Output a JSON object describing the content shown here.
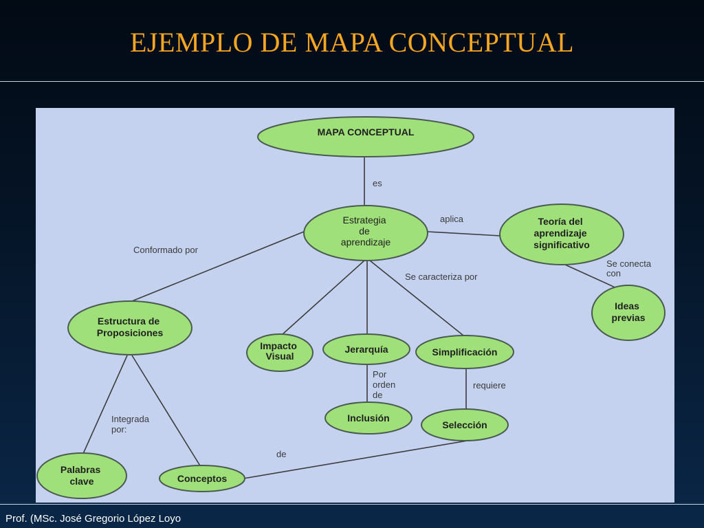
{
  "slide": {
    "title": "EJEMPLO DE MAPA CONCEPTUAL",
    "footer": "Prof. (MSc. José Gregorio López Loyo"
  },
  "map": {
    "nodes": {
      "mapa": [
        "MAPA CONCEPTUAL"
      ],
      "estrategia": [
        "Estrategia",
        "de",
        "aprendizaje"
      ],
      "teoria": [
        "Teoría del",
        "aprendizaje",
        "significativo"
      ],
      "ideas": [
        "Ideas",
        "previas"
      ],
      "estructura": [
        "Estructura de",
        "Proposiciones"
      ],
      "impacto": [
        "Impacto",
        "Visual"
      ],
      "jerarquia": [
        "Jerarquía"
      ],
      "simplificacion": [
        "Simplificación"
      ],
      "inclusion": [
        "Inclusión"
      ],
      "seleccion": [
        "Selección"
      ],
      "palabras": [
        "Palabras",
        "clave"
      ],
      "conceptos": [
        "Conceptos"
      ]
    },
    "links": {
      "es": [
        "es"
      ],
      "aplica": [
        "aplica"
      ],
      "conformado": [
        "Conformado por"
      ],
      "caracteriza": [
        "Se caracteriza por"
      ],
      "conecta": [
        "Se conecta",
        "con"
      ],
      "porOrden": [
        "Por",
        "orden",
        "de"
      ],
      "requiere": [
        "requiere"
      ],
      "integrada": [
        "Integrada",
        "por:"
      ],
      "de": [
        "de"
      ]
    }
  }
}
